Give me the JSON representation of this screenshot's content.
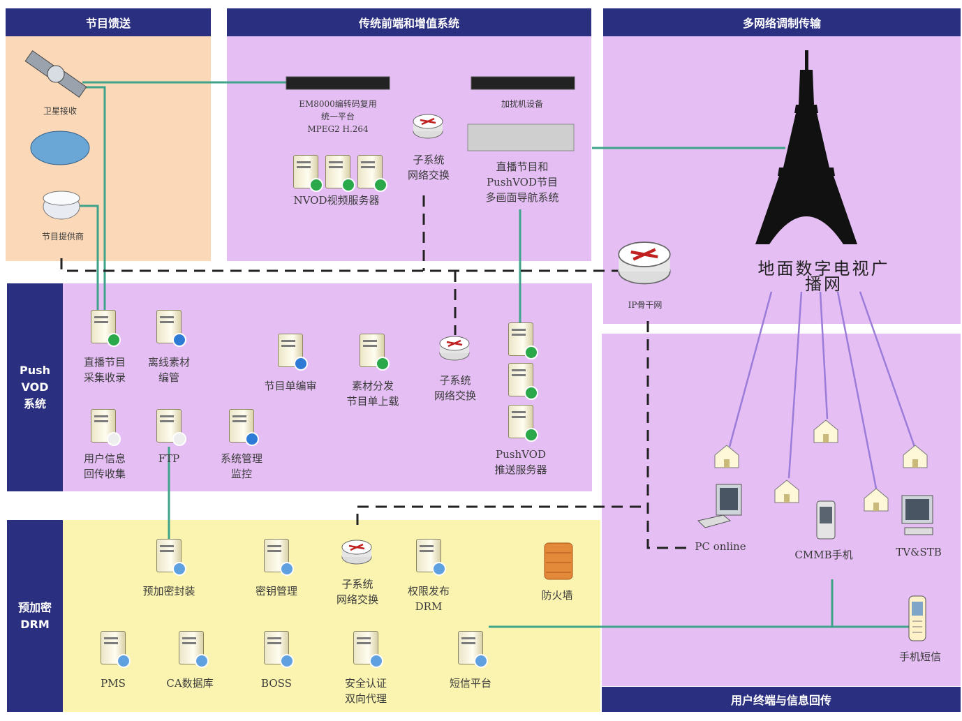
{
  "headers": {
    "program_source": "节目馈送",
    "traditional_frontend": "传统前端和增值系统",
    "multi_network": "多网络调制传输",
    "push_vod": "Push\nVOD\n系统",
    "pre_encrypt": "预加密\nDRM",
    "user_terminal": "用户终端与信息回传"
  },
  "source": {
    "satellite": "卫星接收",
    "provider": "节目提供商"
  },
  "frontend": {
    "encoder": "EM8000编转码复用\n统一平台\nMPEG2 H.264",
    "nvod": "NVOD视频服务器",
    "subswitch": "子系统\n网络交换",
    "scrambler": "加扰机设备",
    "nav": "直播节目和\nPushVOD节目\n多画面导航系统"
  },
  "network": {
    "dtv": "地面数字电视广播网",
    "ip_backbone": "IP骨干网"
  },
  "pushvod": {
    "live_collect": "直播节目\n采集收录",
    "offline": "离线素材\n编管",
    "review": "节目单编审",
    "distribute": "素材分发\n节目单上载",
    "subswitch": "子系统\n网络交换",
    "user_info": "用户信息\n回传收集",
    "ftp": "FTP",
    "monitor": "系统管理\n监控",
    "push_server": "PushVOD\n推送服务器"
  },
  "drm": {
    "pre_package": "预加密封装",
    "key_mgmt": "密钥管理",
    "subswitch": "子系统\n网络交换",
    "rights": "权限发布\nDRM",
    "firewall": "防火墙",
    "pms": "PMS",
    "ca_db": "CA数据库",
    "boss": "BOSS",
    "auth": "安全认证\n双向代理",
    "sms": "短信平台"
  },
  "terminals": {
    "pc": "PC online",
    "cmmb": "CMMB手机",
    "tvstb": "TV&STB",
    "sms_phone": "手机短信"
  },
  "colors": {
    "header": "#2b2f7f",
    "orange_panel": "#fbd9b8",
    "violet_panel": "#e5bff4",
    "violet_dark": "#d6a8ee",
    "yellow_panel": "#fbf4b0",
    "green_line": "#3fa38a",
    "purple_line": "#9b7cd8"
  }
}
